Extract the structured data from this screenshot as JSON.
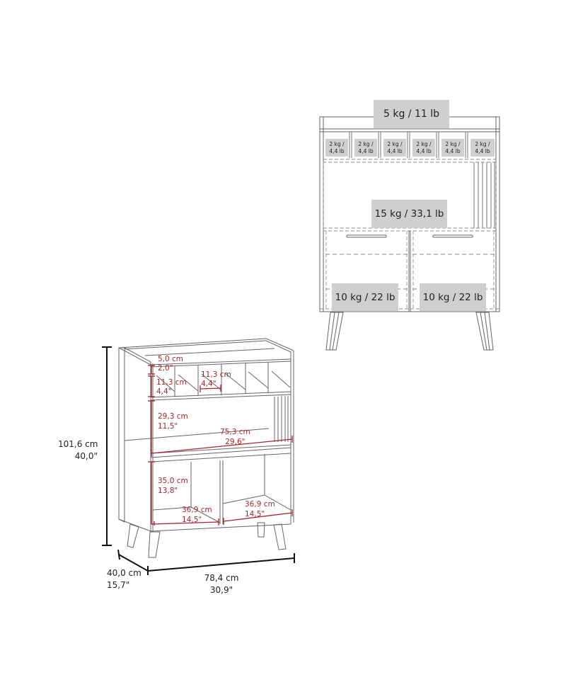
{
  "load_diagram": {
    "top_surface": "5 kg / 11 lb",
    "cubbies": [
      {
        "kg": "2 kg /",
        "lb": "4,4 lb"
      },
      {
        "kg": "2 kg /",
        "lb": "4,4 lb"
      },
      {
        "kg": "2 kg /",
        "lb": "4,4 lb"
      },
      {
        "kg": "2 kg /",
        "lb": "4,4 lb"
      },
      {
        "kg": "2 kg /",
        "lb": "4,4 lb"
      },
      {
        "kg": "2 kg /",
        "lb": "4,4 lb"
      }
    ],
    "middle_shelf": "15 kg / 33,1 lb",
    "left_cabinet": "10 kg / 22 lb",
    "right_cabinet": "10 kg / 22 lb"
  },
  "dimension_diagram": {
    "overall_height": {
      "cm": "101,6 cm",
      "in": "40,0\""
    },
    "depth": {
      "cm": "40,0 cm",
      "in": "15,7\""
    },
    "width": {
      "cm": "78,4 cm",
      "in": "30,9\""
    },
    "top_rail": {
      "cm": "5,0 cm",
      "in": "2,0\""
    },
    "cubby_height": {
      "cm": "11,3 cm",
      "in": "4,4\""
    },
    "cubby_width": {
      "cm": "11,3 cm",
      "in": "4,4\""
    },
    "open_shelf_height": {
      "cm": "29,3 cm",
      "in": "11,5\""
    },
    "open_shelf_width": {
      "cm": "75,3 cm",
      "in": "29,6\""
    },
    "cabinet_height": {
      "cm": "35,0 cm",
      "in": "13,8\""
    },
    "left_cabinet_width": {
      "cm": "36,9 cm",
      "in": "14,5\""
    },
    "right_cabinet_width": {
      "cm": "36,9 cm",
      "in": "14,5\""
    }
  },
  "colors": {
    "dimension_red": "#a3272d",
    "label_gray": "#cfcfcf",
    "line": "#555555"
  }
}
